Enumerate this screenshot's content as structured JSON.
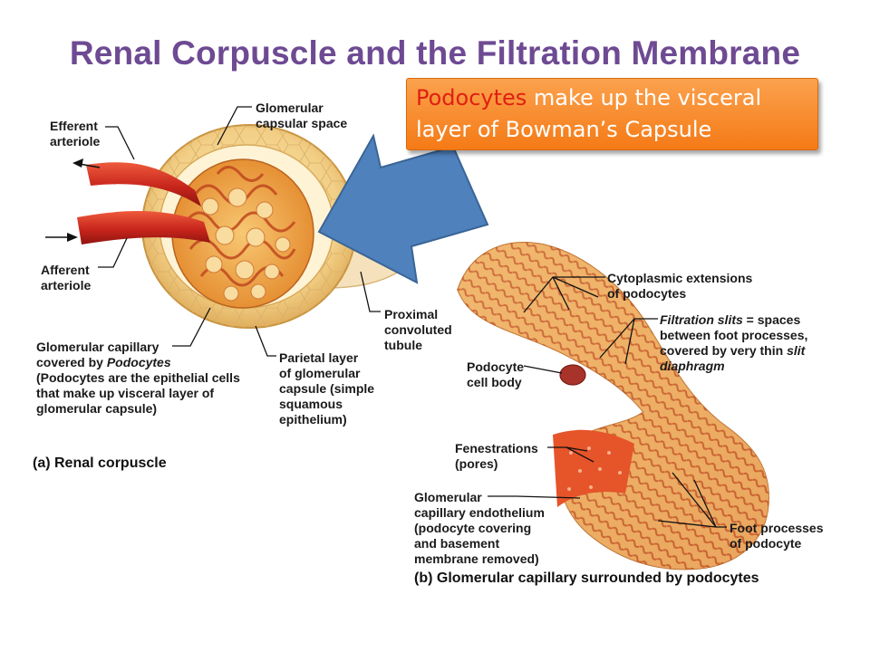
{
  "title": "Renal Corpuscle and the Filtration Membrane",
  "callout": {
    "keyword": "Podocytes",
    "rest_line1": " make up the visceral",
    "line2": "layer of Bowman’s Capsule"
  },
  "labels": {
    "efferent_l1": "Efferent",
    "efferent_l2": "arteriole",
    "glom_space_l1": "Glomerular",
    "glom_space_l2": "capsular space",
    "afferent_l1": "Afferent",
    "afferent_l2": "arteriole",
    "pct_l1": "Proximal",
    "pct_l2": "convoluted",
    "pct_l3": "tubule",
    "glom_cap_l1": "Glomerular capillary",
    "glom_cap_l2a": "covered by ",
    "glom_cap_l2b": "Podocytes",
    "glom_cap_l3": "(Podocytes are the epithelial cells",
    "glom_cap_l4": "that make up visceral layer of",
    "glom_cap_l5": "glomerular capsule)",
    "parietal_l1": "Parietal layer",
    "parietal_l2": "of glomerular",
    "parietal_l3": "capsule (simple",
    "parietal_l4": "squamous",
    "parietal_l5": "epithelium)",
    "cyto_l1": "Cytoplasmic extensions",
    "cyto_l2": "of podocytes",
    "slits_l1a": "Filtration slits",
    "slits_l1b": " = spaces",
    "slits_l2": "between foot processes,",
    "slits_l3a": "covered by very thin ",
    "slits_l3b": "slit",
    "slits_l4": "diaphragm",
    "body_l1": "Podocyte",
    "body_l2": "cell body",
    "fen_l1": "Fenestrations",
    "fen_l2": "(pores)",
    "endo_l1": "Glomerular",
    "endo_l2": "capillary endothelium",
    "endo_l3": "(podocyte covering",
    "endo_l4": "and basement",
    "endo_l5": "membrane removed)",
    "foot_l1": "Foot processes",
    "foot_l2": "of podocyte"
  },
  "captions": {
    "a": "(a) Renal corpuscle",
    "b": "(b) Glomerular capillary surrounded by podocytes"
  },
  "colors": {
    "title": "#6e4a93",
    "callout_fill": "#f88a2a",
    "callout_keyword": "#e02010",
    "arrow_fill": "#4f81bd",
    "vessel": "#c8251c",
    "capsule": "#f2d08a"
  }
}
